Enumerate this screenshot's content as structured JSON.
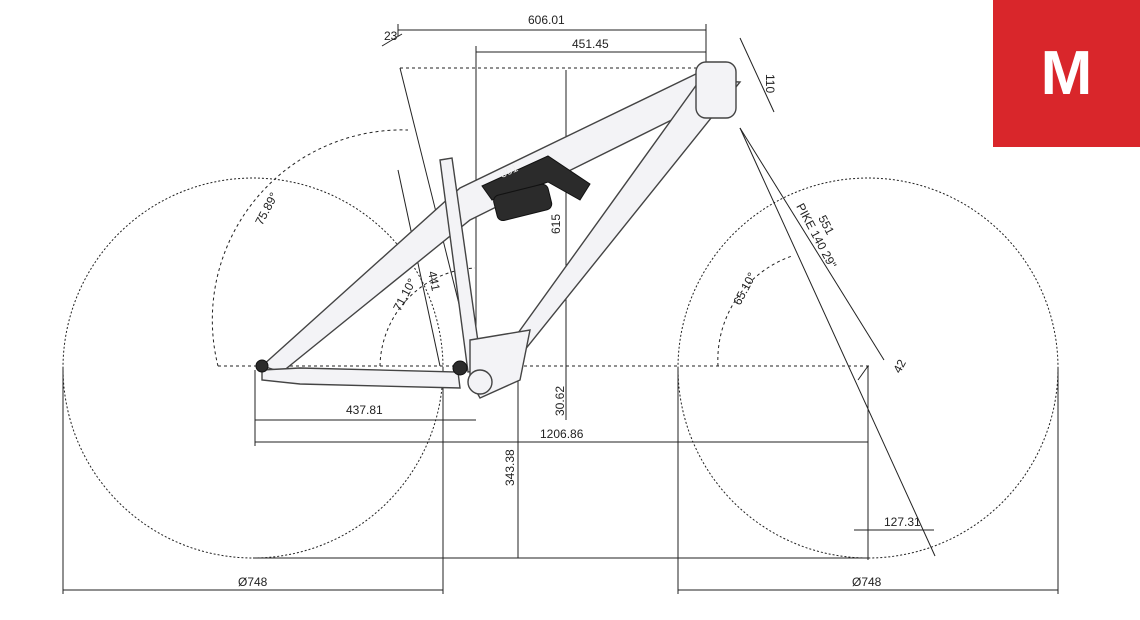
{
  "size_badge": {
    "label": "M",
    "color": "#d9262b"
  },
  "dimensions": {
    "reach_total": "606.01",
    "reach": "451.45",
    "seat_offset": "23",
    "head_tube": "110",
    "fork": "551",
    "fork_model": "PIKE 140 29\"",
    "seat_angle": "75.89°",
    "seat_angle_eff": "71.10°",
    "seat_tube": "441",
    "stack": "615",
    "head_angle": "65.10°",
    "offset": "42",
    "chainstay": "437.81",
    "bb_drop": "30.62",
    "wheelbase": "1206.86",
    "bb_height": "343.38",
    "trail": "127.31",
    "rear_wheel": "Ø748",
    "front_wheel": "Ø748"
  },
  "shock_brand": "301"
}
